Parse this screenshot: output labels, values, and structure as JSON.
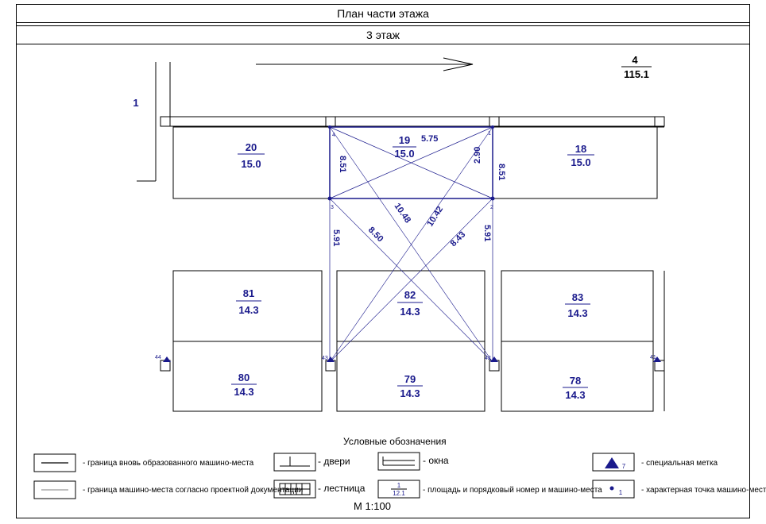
{
  "header": {
    "title": "План части этажа",
    "floor": "3 этаж"
  },
  "plan": {
    "building_number": "1",
    "floor_ref": {
      "num": "4",
      "area": "115.1"
    },
    "spaces": [
      {
        "num": "20",
        "area": "15.0"
      },
      {
        "num": "19",
        "area": "15.0"
      },
      {
        "num": "18",
        "area": "15.0"
      },
      {
        "num": "81",
        "area": "14.3"
      },
      {
        "num": "82",
        "area": "14.3"
      },
      {
        "num": "83",
        "area": "14.3"
      },
      {
        "num": "80",
        "area": "14.3"
      },
      {
        "num": "79",
        "area": "14.3"
      },
      {
        "num": "78",
        "area": "14.3"
      }
    ],
    "dimensions": [
      "5.75",
      "8.51",
      "2.90",
      "8.51",
      "10.48",
      "10.42",
      "8.50",
      "8.43",
      "5.91",
      "5.91"
    ],
    "points": [
      "4",
      "1",
      "3",
      "2",
      "43",
      "42",
      "44",
      "41"
    ]
  },
  "legend": {
    "title": "Условные обозначения",
    "items": [
      "- граница вновь образованного машино-места",
      "- граница машино-места согласно проектной документации",
      "- двери",
      "- лестница",
      "- окна",
      "- площадь и порядковый номер и машино-места",
      "- специальная метка",
      "- характерная точка машино-места"
    ],
    "sample": {
      "num": "1",
      "area": "12.1",
      "mark": "7",
      "point": "1"
    }
  },
  "scale": "М 1:100",
  "colors": {
    "ink": "#1a1a8c",
    "line": "#000000"
  }
}
